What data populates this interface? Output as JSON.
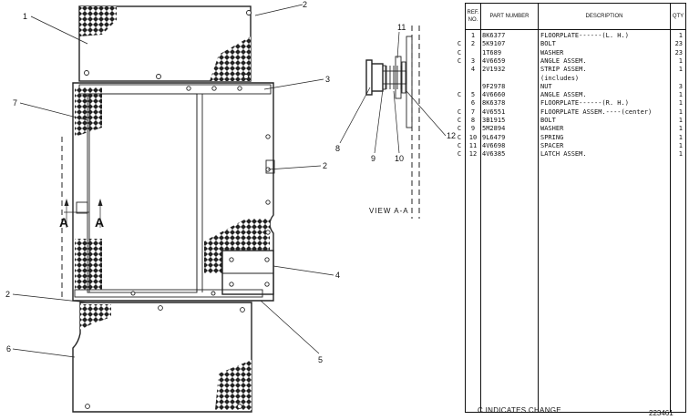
{
  "drawing": {
    "callouts": [
      "1",
      "2",
      "3",
      "7",
      "2",
      "2",
      "4",
      "5",
      "6",
      "8",
      "9",
      "10",
      "11",
      "12"
    ],
    "section_marks": [
      "A",
      "A"
    ],
    "view_label": "VIEW A-A"
  },
  "parts_list": {
    "headers": {
      "ref": "REF. NO.",
      "part": "PART NUMBER",
      "description": "DESCRIPTION",
      "qty": "QTY"
    },
    "rows": [
      {
        "flag": "",
        "ref": "1",
        "part": "8K6377",
        "desc": "FLOORPLATE------(L. H.)",
        "qty": "1"
      },
      {
        "flag": "C",
        "ref": "2",
        "part": "5K9107",
        "desc": "BOLT",
        "qty": "23"
      },
      {
        "flag": "C",
        "ref": "",
        "part": "1T689",
        "desc": "WASHER",
        "qty": "23"
      },
      {
        "flag": "C",
        "ref": "3",
        "part": "4V6659",
        "desc": "ANGLE ASSEM.",
        "qty": "1"
      },
      {
        "flag": "",
        "ref": "4",
        "part": "2V1932",
        "desc": "STRIP ASSEM.",
        "qty": "1"
      },
      {
        "flag": "",
        "ref": "",
        "part": "",
        "desc": "(includes)",
        "qty": ""
      },
      {
        "flag": "",
        "ref": "",
        "part": "9F2978",
        "desc": "NUT",
        "qty": "3"
      },
      {
        "flag": "C",
        "ref": "5",
        "part": "4V6660",
        "desc": "ANGLE ASSEM.",
        "qty": "1"
      },
      {
        "flag": "",
        "ref": "6",
        "part": "8K6378",
        "desc": "FLOORPLATE------(R. H.)",
        "qty": "1"
      },
      {
        "flag": "C",
        "ref": "7",
        "part": "4V6551",
        "desc": "FLOORPLATE ASSEM.----(center)",
        "qty": "1"
      },
      {
        "flag": "C",
        "ref": "8",
        "part": "3B1915",
        "desc": "BOLT",
        "qty": "1"
      },
      {
        "flag": "C",
        "ref": "9",
        "part": "5M2894",
        "desc": "WASHER",
        "qty": "1"
      },
      {
        "flag": "C",
        "ref": "10",
        "part": "9L6479",
        "desc": "SPRING",
        "qty": "1"
      },
      {
        "flag": "C",
        "ref": "11",
        "part": "4V6698",
        "desc": "SPACER",
        "qty": "1"
      },
      {
        "flag": "C",
        "ref": "12",
        "part": "4V6385",
        "desc": "LATCH ASSEM.",
        "qty": "1"
      }
    ]
  },
  "footer": {
    "note": "C INDICATES CHANGE",
    "illustration_id": "223461"
  }
}
